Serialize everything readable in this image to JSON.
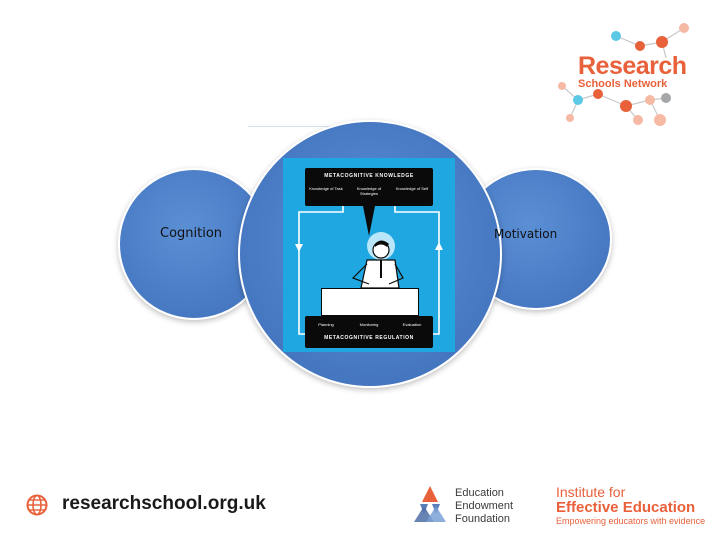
{
  "diagram": {
    "circles": {
      "left_label": "Cognition",
      "right_label": "Motivation"
    },
    "metacognition": {
      "top_heading": "METACOGNITIVE KNOWLEDGE",
      "top_items": [
        "Knowledge of Task",
        "Knowledge of Strategies",
        "Knowledge of Self"
      ],
      "bottom_heading": "METACOGNITIVE REGULATION",
      "bottom_items": [
        "Planning",
        "Monitoring",
        "Evaluation"
      ]
    }
  },
  "branding": {
    "rsn": {
      "line1": "Research",
      "line2": "Schools Network",
      "accent_color": "#e8613a",
      "dot_colors": [
        "#5bc8e6",
        "#e8613a",
        "#a5a7aa",
        "#f5b9a4"
      ]
    },
    "footer": {
      "url": "researchschool.org.uk",
      "eef_lines": [
        "Education",
        "Endowment",
        "Foundation"
      ],
      "ife_lines": [
        "Institute for",
        "Effective Education",
        "Empowering educators with evidence"
      ]
    }
  }
}
